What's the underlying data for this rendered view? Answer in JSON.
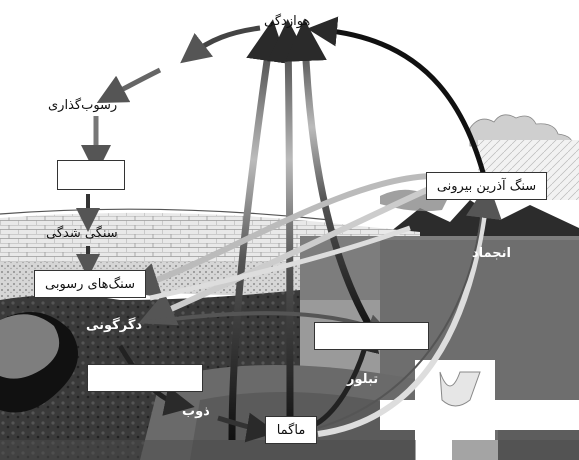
{
  "labels": {
    "evaporation": "هوازدگی",
    "sedimentation": "رسوب‌گذاری",
    "lithification": "سنگی شدگی",
    "sedimentary_rock": "سنگ‌های رسوبی",
    "metamorphic": "دگرگونی",
    "melting": "ذوب",
    "magma": "ماگما",
    "crystallization": "تبلور",
    "solidification": "انجماد",
    "extrusive_igneous_rock": "سنگ آذرین بیرونی"
  },
  "blank_boxes": 4
}
